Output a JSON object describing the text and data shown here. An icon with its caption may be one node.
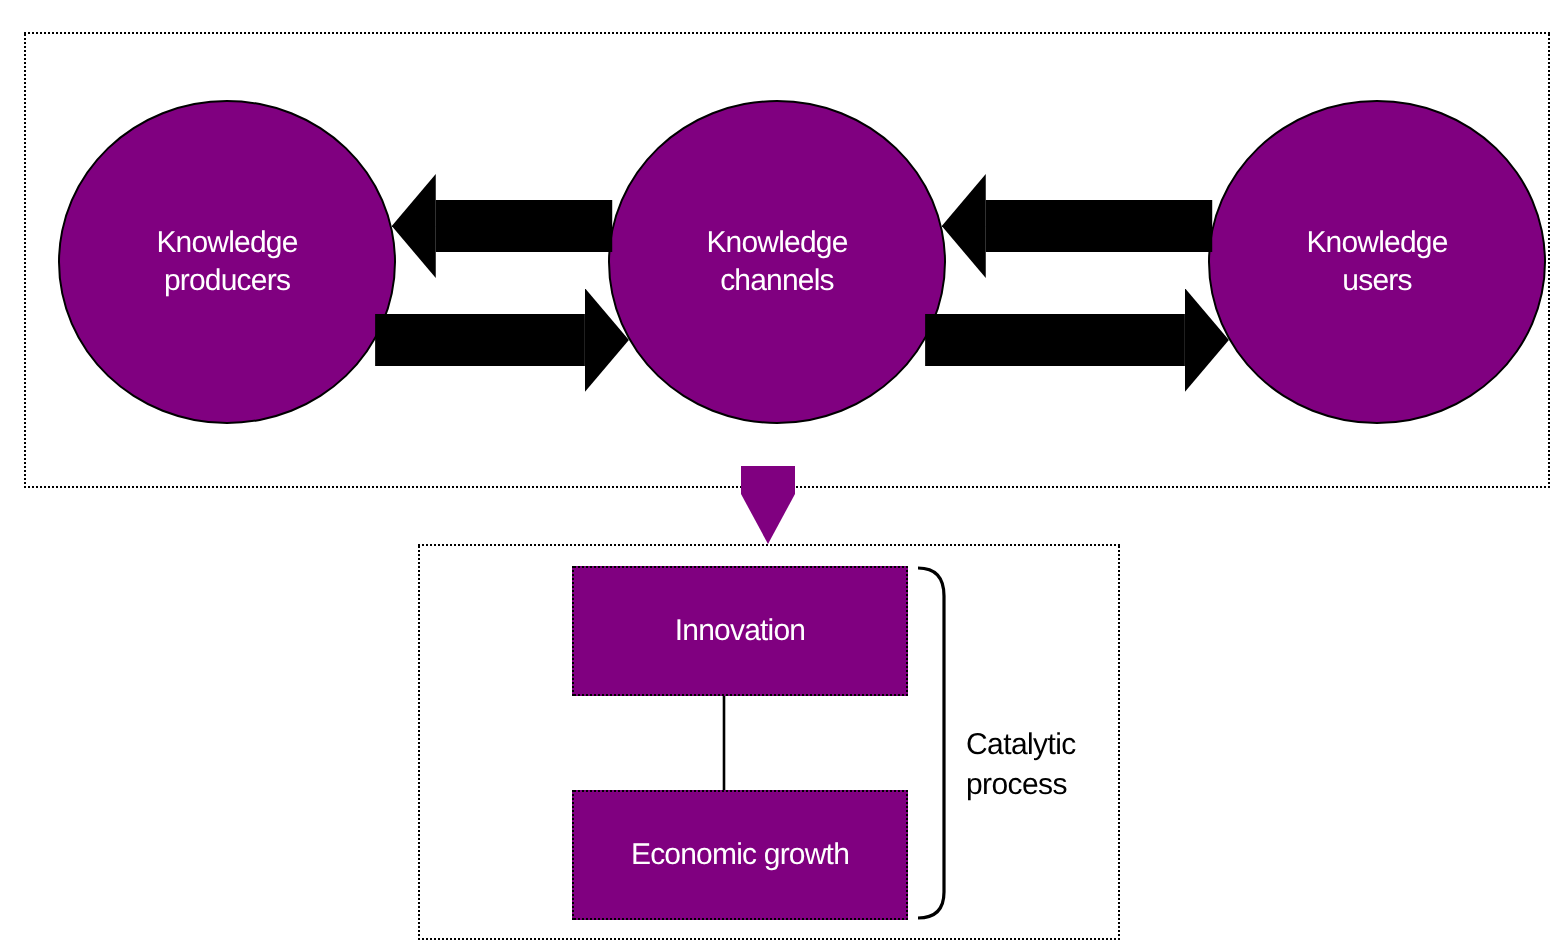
{
  "diagram": {
    "nodes": [
      {
        "text": [],
        "shape": "box"
      },
      {
        "text": [
          "Knowledge producers"
        ],
        "in": 0
      },
      {
        "text": [
          "Knowledge channels"
        ],
        "in": 0
      },
      {
        "text": [
          "Knowledge users"
        ],
        "in": 0
      },
      {
        "text": [],
        "shape": "box"
      },
      {
        "text": [
          "Innovation"
        ],
        "in": 4
      },
      {
        "text": [
          "Economic growth"
        ],
        "in": 4
      }
    ],
    "edges": [
      {
        "from": 2,
        "to": 1,
        "arrow": "to"
      },
      {
        "from": 1,
        "to": 2,
        "arrow": "to"
      },
      {
        "from": 3,
        "to": 2,
        "arrow": "to"
      },
      {
        "from": 2,
        "to": 3,
        "arrow": "to"
      },
      {
        "from": 0,
        "to": 4,
        "arrow": "to",
        "color": "#800080"
      },
      {
        "from": 5,
        "to": 6,
        "arrow": "none"
      }
    ],
    "labels": [
      "Catalytic process"
    ]
  }
}
